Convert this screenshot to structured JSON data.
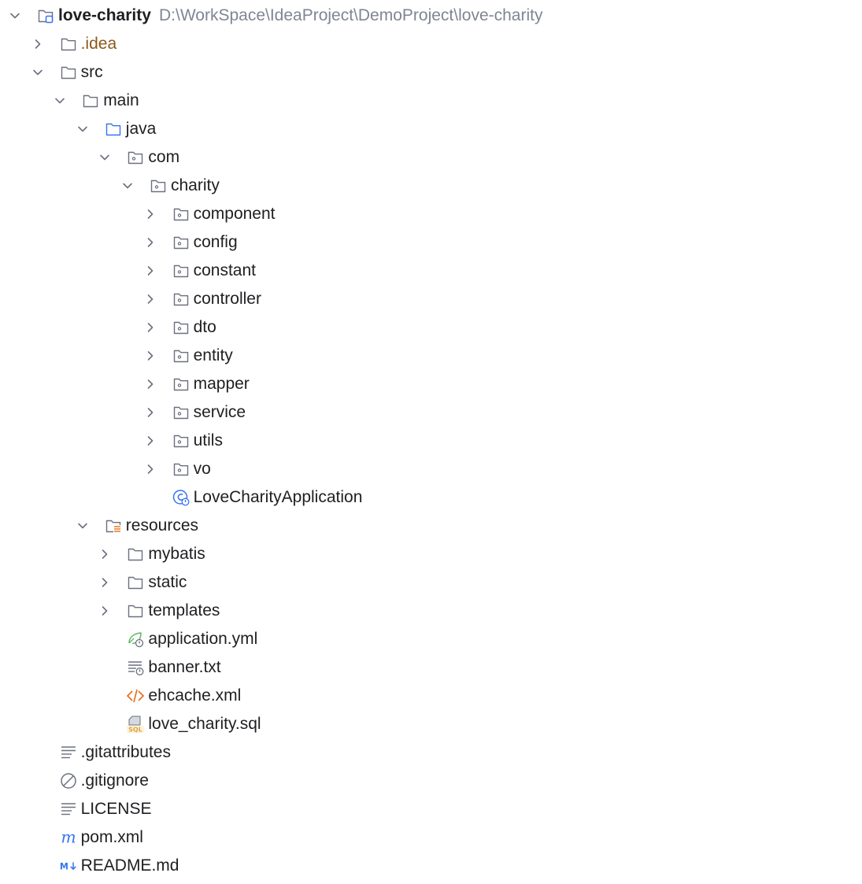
{
  "colors": {
    "text": "#1e1f22",
    "muted": "#818594",
    "excluded": "#8a5a1a",
    "icon_gray": "#6c707e",
    "source_blue": "#3574f0",
    "spring_green": "#5fb865",
    "xml_orange": "#e66d17",
    "sql_yellow": "#d9a343"
  },
  "tree": [
    {
      "label": "love-charity",
      "level": 0,
      "expand": "open",
      "icon": "module-folder-icon",
      "bold": true,
      "path": "D:\\WorkSpace\\IdeaProject\\DemoProject\\love-charity"
    },
    {
      "label": ".idea",
      "level": 1,
      "expand": "closed",
      "icon": "folder-icon",
      "color": "excluded"
    },
    {
      "label": "src",
      "level": 1,
      "expand": "open",
      "icon": "folder-icon"
    },
    {
      "label": "main",
      "level": 2,
      "expand": "open",
      "icon": "folder-icon"
    },
    {
      "label": "java",
      "level": 3,
      "expand": "open",
      "icon": "source-folder-icon"
    },
    {
      "label": "com",
      "level": 4,
      "expand": "open",
      "icon": "package-icon"
    },
    {
      "label": "charity",
      "level": 5,
      "expand": "open",
      "icon": "package-icon"
    },
    {
      "label": "component",
      "level": 6,
      "expand": "closed",
      "icon": "package-icon"
    },
    {
      "label": "config",
      "level": 6,
      "expand": "closed",
      "icon": "package-icon"
    },
    {
      "label": "constant",
      "level": 6,
      "expand": "closed",
      "icon": "package-icon"
    },
    {
      "label": "controller",
      "level": 6,
      "expand": "closed",
      "icon": "package-icon"
    },
    {
      "label": "dto",
      "level": 6,
      "expand": "closed",
      "icon": "package-icon"
    },
    {
      "label": "entity",
      "level": 6,
      "expand": "closed",
      "icon": "package-icon"
    },
    {
      "label": "mapper",
      "level": 6,
      "expand": "closed",
      "icon": "package-icon"
    },
    {
      "label": "service",
      "level": 6,
      "expand": "closed",
      "icon": "package-icon"
    },
    {
      "label": "utils",
      "level": 6,
      "expand": "closed",
      "icon": "package-icon"
    },
    {
      "label": "vo",
      "level": 6,
      "expand": "closed",
      "icon": "package-icon"
    },
    {
      "label": "LoveCharityApplication",
      "level": 6,
      "expand": "none",
      "icon": "spring-boot-class-icon"
    },
    {
      "label": "resources",
      "level": 3,
      "expand": "open",
      "icon": "resources-folder-icon"
    },
    {
      "label": "mybatis",
      "level": 4,
      "expand": "closed",
      "icon": "folder-icon"
    },
    {
      "label": "static",
      "level": 4,
      "expand": "closed",
      "icon": "folder-icon"
    },
    {
      "label": "templates",
      "level": 4,
      "expand": "closed",
      "icon": "folder-icon"
    },
    {
      "label": "application.yml",
      "level": 4,
      "expand": "none",
      "icon": "spring-config-icon"
    },
    {
      "label": "banner.txt",
      "level": 4,
      "expand": "none",
      "icon": "text-file-icon"
    },
    {
      "label": "ehcache.xml",
      "level": 4,
      "expand": "none",
      "icon": "xml-file-icon"
    },
    {
      "label": "love_charity.sql",
      "level": 4,
      "expand": "none",
      "icon": "sql-file-icon"
    },
    {
      "label": ".gitattributes",
      "level": 1,
      "expand": "none",
      "icon": "text-lines-icon"
    },
    {
      "label": ".gitignore",
      "level": 1,
      "expand": "none",
      "icon": "ignore-file-icon"
    },
    {
      "label": "LICENSE",
      "level": 1,
      "expand": "none",
      "icon": "text-lines-icon"
    },
    {
      "label": "pom.xml",
      "level": 1,
      "expand": "none",
      "icon": "maven-icon"
    },
    {
      "label": "README.md",
      "level": 1,
      "expand": "none",
      "icon": "markdown-icon"
    }
  ]
}
